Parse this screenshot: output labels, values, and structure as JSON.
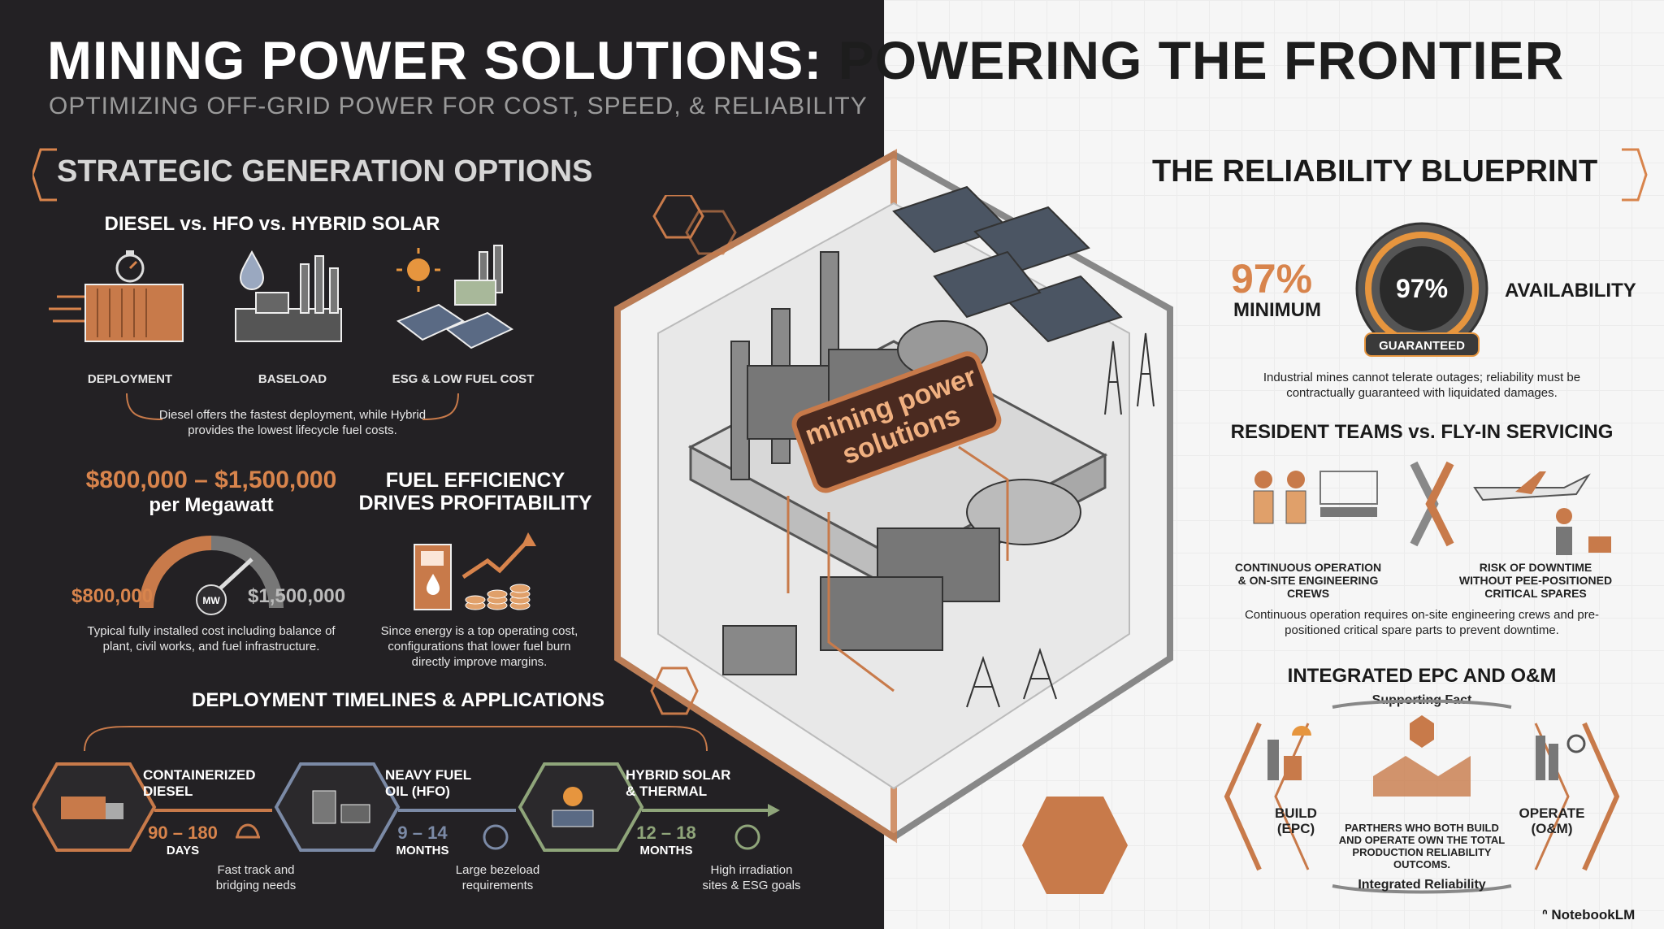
{
  "header": {
    "title_left": "MINING POWER SOLUTIONS:",
    "title_right": "POWERING THE FRONTIER",
    "subtitle": "OPTIMIZING OFF-GRID POWER FOR COST, SPEED, & RELIABILITY"
  },
  "left": {
    "section_title": "STRATEGIC GENERATION OPTIONS",
    "comparison_title": "DIESEL vs. HFO vs. HYBRID SOLAR",
    "options": [
      {
        "label": "DEPLOYMENT",
        "icon": "diesel-container-stopwatch-icon"
      },
      {
        "label": "BASELOAD",
        "icon": "hfo-plant-droplet-icon"
      },
      {
        "label": "ESG & LOW FUEL COST",
        "icon": "solar-hybrid-plant-icon"
      }
    ],
    "comparison_note": "Diesel offers the fastest deployment, while Hybrid provides the lowest lifecycle fuel costs.",
    "cost": {
      "range": "$800,000 – $1,500,000",
      "unit": "per Megawatt",
      "gauge_min": "$800,000",
      "gauge_max": "$1,500,000",
      "gauge_center": "MW",
      "note": "Typical fully installed cost including balance of plant, civil works, and fuel infrastructure."
    },
    "efficiency": {
      "title_line1": "FUEL EFFICIENCY",
      "title_line2": "DRIVES PROFITABILITY",
      "note": "Since energy is a top operating cost, configurations that lower fuel burn directly improve margins."
    },
    "timelines": {
      "title": "DEPLOYMENT TIMELINES & APPLICATIONS",
      "items": [
        {
          "name_l1": "CONTAINERIZED",
          "name_l2": "DIESEL",
          "value": "90 – 180",
          "unit": "DAYS",
          "note_l1": "Fast track and",
          "note_l2": "bridging needs",
          "color": "#c87a4a"
        },
        {
          "name_l1": "NEAVY FUEL",
          "name_l2": "OIL (HFO)",
          "value": "9 – 14",
          "unit": "MONTHS",
          "note_l1": "Large bezeload",
          "note_l2": "requirements",
          "color": "#7b8aa6"
        },
        {
          "name_l1": "HYBRID SOLAR",
          "name_l2": "& THERMAL",
          "value": "12 – 18",
          "unit": "MONTHS",
          "note_l1": "High irradiation",
          "note_l2": "sites & ESG goals",
          "color": "#8fa57a"
        }
      ]
    }
  },
  "center": {
    "sign_l1": "mining power",
    "sign_l2": "solutions"
  },
  "right": {
    "section_title": "THE RELIABILITY BLUEPRINT",
    "availability": {
      "value_left": "97%",
      "label_left": "MINIMUM",
      "gauge_value": "97%",
      "gauge_badge": "GUARANTEED",
      "label_right": "AVAILABILITY",
      "note": "Industrial mines cannot telerate outages; reliability must be contractually guaranteed with liquidated damages."
    },
    "teams": {
      "title": "RESIDENT TEAMS vs. FLY-IN SERVICING",
      "left_l1": "CONTINUOUS OPERATION",
      "left_l2": "& ON-SITE ENGINEERING",
      "left_l3": "CREWS",
      "right_l1": "RISK OF DOWNTIME",
      "right_l2": "WITHOUT PEE-POSITIONED",
      "right_l3": "CRITICAL SPARES",
      "note": "Continuous operation requires on-site engineering crews and pre-positioned critical spare parts to prevent downtime."
    },
    "epc": {
      "title": "INTEGRATED EPC AND O&M",
      "supporting": "Supporting Fact",
      "build_l1": "BUILD",
      "build_l2": "(EPC)",
      "operate_l1": "OPERATE",
      "operate_l2": "(O&M)",
      "center_l1": "PARTHERS WHO BOTH BUILD",
      "center_l2": "AND OPERATE OWN THE TOTAL",
      "center_l3": "PRODUCTION RELIABILITY",
      "center_l4": "OUTCOMS.",
      "bottom": "Integrated Reliability"
    }
  },
  "footer": {
    "brand": "NotebookLM"
  },
  "colors": {
    "accent_orange": "#d8844c",
    "dark_bg": "#232124",
    "light_bg": "#f6f6f6"
  }
}
